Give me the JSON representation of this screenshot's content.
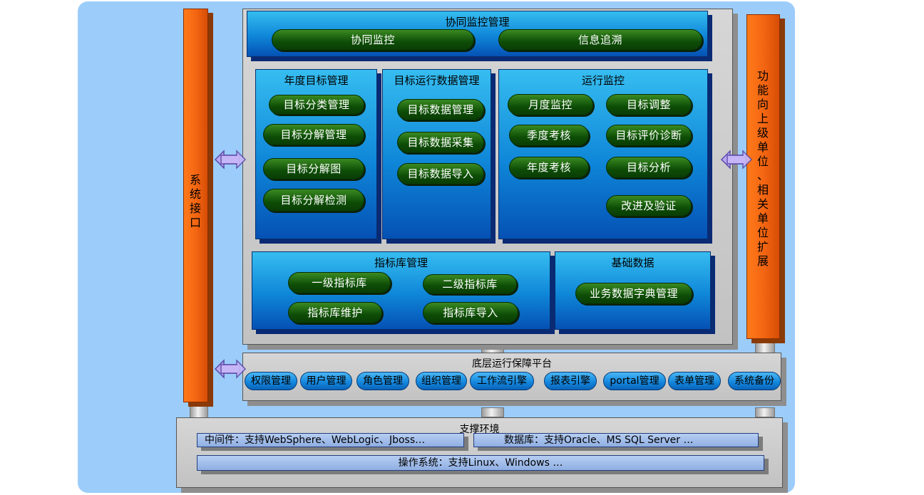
{
  "coord": {
    "title": "协同监控管理",
    "items": [
      "协同监控",
      "信息追溯"
    ]
  },
  "annual": {
    "title": "年度目标管理",
    "items": [
      "目标分类管理",
      "目标分解管理",
      "目标分解图",
      "目标分解检测"
    ]
  },
  "data_mgmt": {
    "title": "目标运行数据管理",
    "items": [
      "目标数据管理",
      "目标数据采集",
      "目标数据导入"
    ]
  },
  "monitor": {
    "title": "运行监控",
    "items": [
      "月度监控",
      "目标调整",
      "季度考核",
      "目标评价诊断",
      "年度考核",
      "目标分析",
      "改进及验证"
    ]
  },
  "index_lib": {
    "title": "指标库管理",
    "items": [
      "一级指标库",
      "二级指标库",
      "指标库维护",
      "指标库导入"
    ]
  },
  "base_data": {
    "title": "基础数据",
    "items": [
      "业务数据字典管理"
    ]
  },
  "platform": {
    "title": "底层运行保障平台",
    "items": [
      "权限管理",
      "用户管理",
      "角色管理",
      "组织管理",
      "工作流引擎",
      "报表引擎",
      "portal管理",
      "表单管理",
      "系统备份"
    ]
  },
  "support": {
    "title": "支撑环境",
    "middleware": "中间件：支持WebSphere、WebLogic、Jboss…",
    "database": "数据库：支持Oracle、MS SQL Server …",
    "os": "操作系统：支持Linux、Windows …"
  },
  "left_column": {
    "label": [
      "系",
      "统",
      "接",
      "口"
    ]
  },
  "right_column": {
    "label": [
      "功",
      "能",
      "向",
      "上",
      "级",
      "单",
      "位",
      "、",
      "相",
      "关",
      "单",
      "位",
      "扩",
      "展"
    ]
  },
  "colors": {
    "background": "#9ccdfa",
    "blue_box": "#0f86d8",
    "green_pill": "#0d4d06",
    "orange_column": "#f26411",
    "arrow": "#b7a6f0"
  }
}
